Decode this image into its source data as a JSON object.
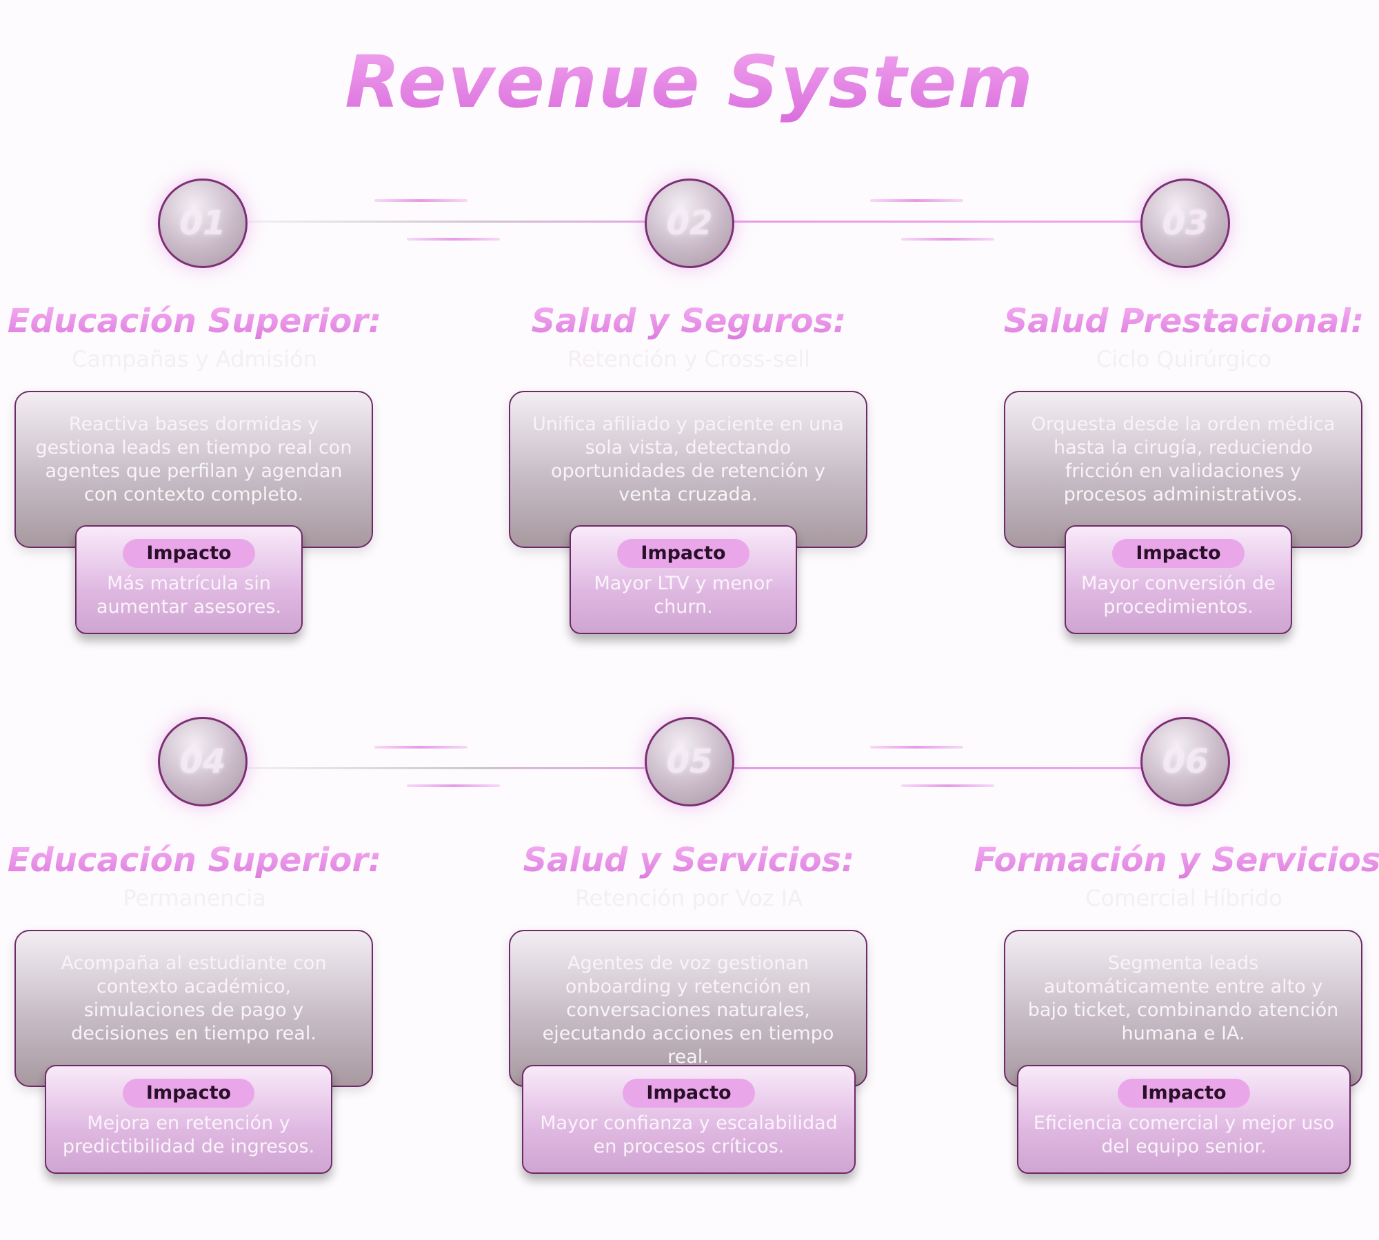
{
  "title": "Revenue System",
  "steps": [
    {
      "number": "01",
      "heading": "Educación Superior:",
      "subheading": "Campañas y Admisión",
      "description": "Reactiva bases dormidas y gestiona leads en tiempo real con agentes que perfilan y agendan con contexto completo.",
      "impact_label": "Impacto",
      "impact_text": "Más matrícula sin aumentar asesores."
    },
    {
      "number": "02",
      "heading": "Salud y Seguros:",
      "subheading": "Retención y Cross-sell",
      "description": "Unifica afiliado y paciente en una sola vista, detectando oportunidades de retención y venta cruzada.",
      "impact_label": "Impacto",
      "impact_text": "Mayor LTV y menor churn."
    },
    {
      "number": "03",
      "heading": "Salud Prestacional:",
      "subheading": "Ciclo Quirúrgico",
      "description": "Orquesta desde la orden médica hasta la cirugía, reduciendo fricción en validaciones y procesos administrativos.",
      "impact_label": "Impacto",
      "impact_text": "Mayor conversión de procedimientos."
    },
    {
      "number": "04",
      "heading": "Educación Superior:",
      "subheading": "Permanencia",
      "description": "Acompaña al estudiante con contexto académico, simulaciones de pago y decisiones en tiempo real.",
      "impact_label": "Impacto",
      "impact_text": "Mejora en retención y predictibilidad de ingresos."
    },
    {
      "number": "05",
      "heading": "Salud y Servicios:",
      "subheading": "Retención por Voz IA",
      "description": "Agentes de voz gestionan onboarding y retención en conversaciones naturales, ejecutando acciones en tiempo real.",
      "impact_label": "Impacto",
      "impact_text": "Mayor confianza y escalabilidad en procesos críticos."
    },
    {
      "number": "06",
      "heading": "Formación y Servicios:",
      "subheading": "Comercial Híbrido",
      "description": "Segmenta leads automáticamente entre alto y bajo ticket, combinando atención humana e IA.",
      "impact_label": "Impacto",
      "impact_text": "Eficiencia comercial y mejor uso del equipo senior."
    }
  ],
  "colors": {
    "accent": "#e08ae0",
    "border": "#6e2a66",
    "pill": "#e9a7ea"
  }
}
